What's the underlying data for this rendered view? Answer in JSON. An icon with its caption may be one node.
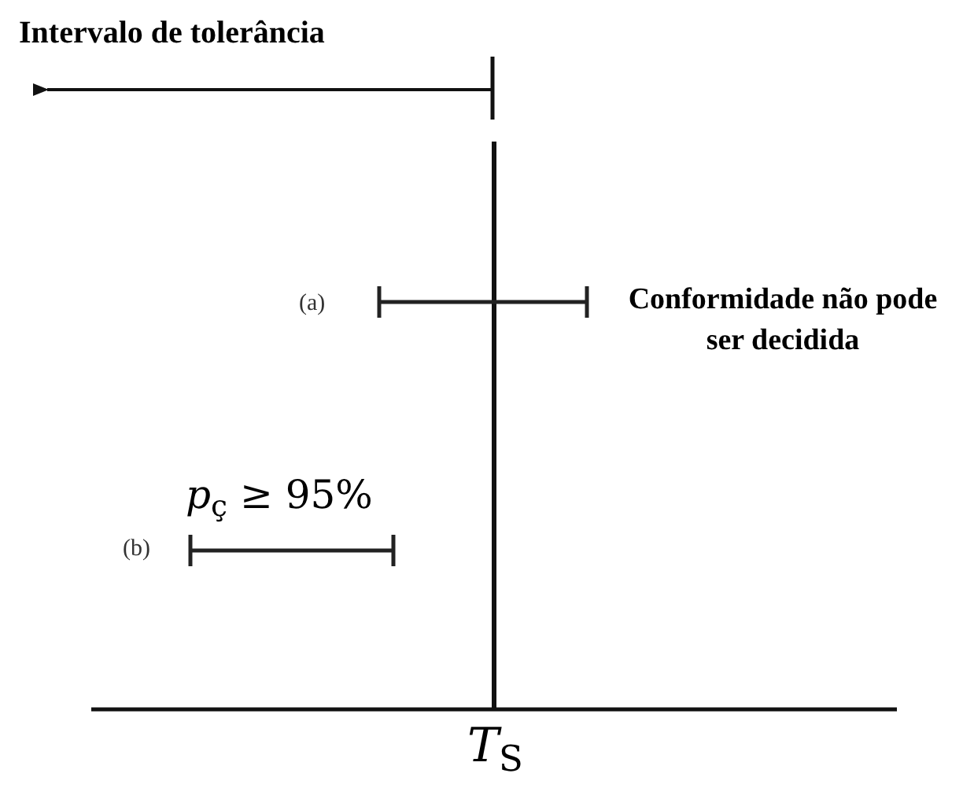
{
  "diagram": {
    "labels": [
      "Intervalo de tolerância",
      "(a)",
      "Conformidade não pode ser decidida",
      "*p*$_{ç}$ ≥ 95%",
      "(b)",
      "*T*$_{S}$"
    ]
  }
}
